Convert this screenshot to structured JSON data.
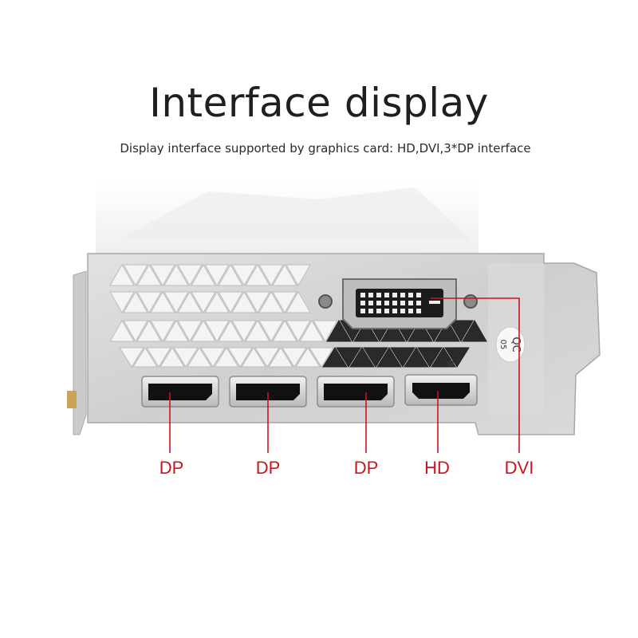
{
  "header": {
    "title": "Interface display",
    "subtitle": "Display interface supported by graphics card: HD,DVI,3*DP interface"
  },
  "ports": [
    {
      "label": "DP"
    },
    {
      "label": "DP"
    },
    {
      "label": "DP"
    },
    {
      "label": "HD"
    },
    {
      "label": "DVI"
    }
  ],
  "bracket": {
    "qc_text": "QC",
    "qc_number": "05"
  },
  "colors": {
    "accent": "#c8161d",
    "bracket": "#d4d4d4"
  }
}
